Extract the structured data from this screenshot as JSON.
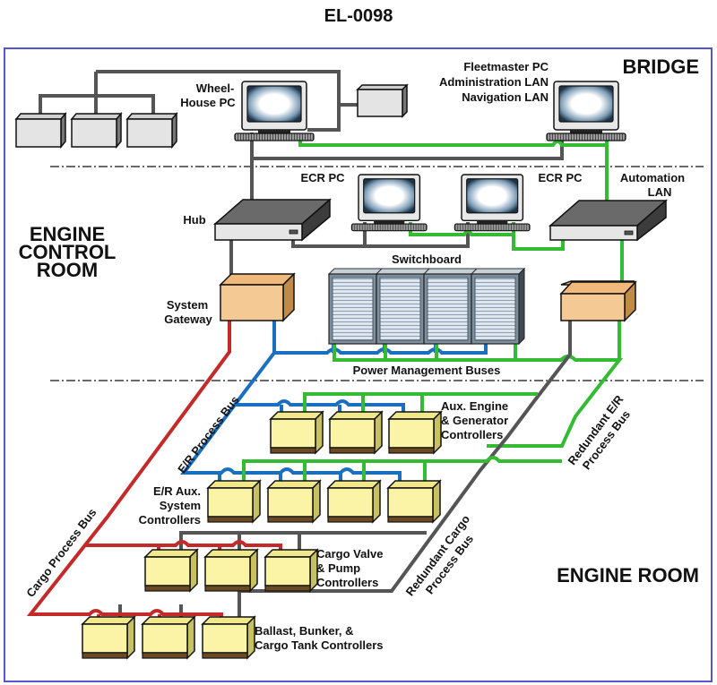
{
  "title": "EL-0098",
  "colors": {
    "frame": "#5555cc",
    "network_gray": "#555555",
    "automation_green": "#33bb33",
    "er_process_blue": "#1a6fc0",
    "cargo_process_red": "#c42a2a",
    "controller_fill": "#fbf3a6",
    "gateway_fill": "#f5c994"
  },
  "zones": {
    "bridge": "BRIDGE",
    "engine_control_room": [
      "ENGINE",
      "CONTROL",
      "ROOM"
    ],
    "engine_room": "ENGINE ROOM"
  },
  "labels": {
    "wheelhouse_pc": [
      "Wheel-",
      "House PC"
    ],
    "fleetmaster_pc": [
      "Fleetmaster PC",
      "Administration LAN",
      "Navigation LAN"
    ],
    "ecr_pc_1": "ECR PC",
    "ecr_pc_2": "ECR PC",
    "automation_lan": [
      "Automation",
      "LAN"
    ],
    "hub": "Hub",
    "switchboard": "Switchboard",
    "system_gateway": [
      "System",
      "Gateway"
    ],
    "power_management_buses": "Power Management Buses",
    "er_process_bus": "E/R Process Bus",
    "redundant_er_process_bus": [
      "Redundant E/R",
      "Process Bus"
    ],
    "cargo_process_bus": "Cargo Process Bus",
    "redundant_cargo_process_bus": [
      "Redundant Cargo",
      "Process Bus"
    ],
    "aux_engine_controllers": [
      "Aux. Engine",
      "& Generator",
      "Controllers"
    ],
    "er_aux_system_controllers": [
      "E/R Aux.",
      "System",
      "Controllers"
    ],
    "cargo_valve_controllers": [
      "Cargo Valve",
      "& Pump",
      "Controllers"
    ],
    "ballast_controllers": [
      "Ballast, Bunker, &",
      "Cargo Tank Controllers"
    ]
  },
  "components": {
    "bridge_peripherals_count": 4,
    "switchboard_cabinets": 4,
    "aux_engine_controllers_count": 3,
    "er_aux_controllers_count": 4,
    "cargo_valve_controllers_count": 3,
    "ballast_controllers_count": 3
  }
}
